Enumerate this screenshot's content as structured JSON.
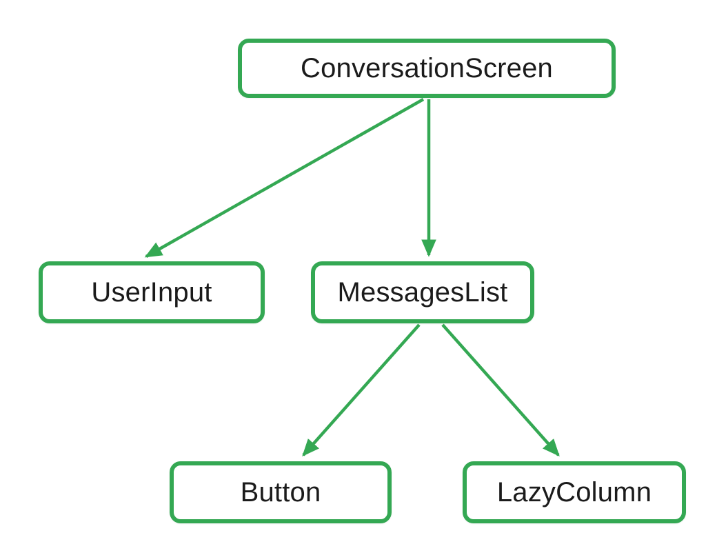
{
  "diagram": {
    "type": "component-tree",
    "accent_color": "#34A853",
    "nodes": {
      "conversation_screen": {
        "label": "ConversationScreen"
      },
      "user_input": {
        "label": "UserInput"
      },
      "messages_list": {
        "label": "MessagesList"
      },
      "button": {
        "label": "Button"
      },
      "lazy_column": {
        "label": "LazyColumn"
      }
    },
    "edges": [
      {
        "from": "ConversationScreen",
        "to": "UserInput"
      },
      {
        "from": "ConversationScreen",
        "to": "MessagesList"
      },
      {
        "from": "MessagesList",
        "to": "Button"
      },
      {
        "from": "MessagesList",
        "to": "LazyColumn"
      }
    ]
  }
}
